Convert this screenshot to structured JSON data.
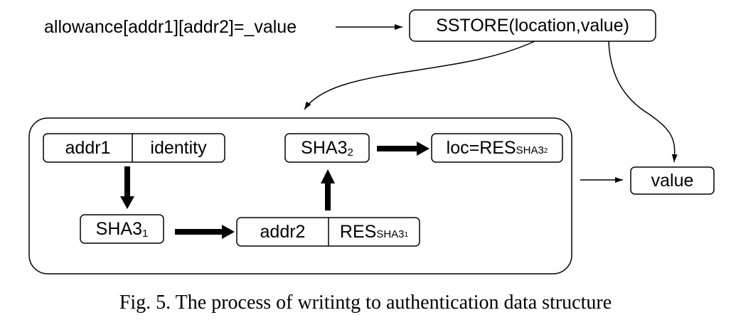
{
  "statement": "allowance[addr1][addr2]=_value",
  "sstore": "SSTORE(location,value)",
  "addr1": "addr1",
  "identity": "identity",
  "sha3_1": {
    "base": "SHA3",
    "sub": "1"
  },
  "addr2": "addr2",
  "res_sha3_1": {
    "base": "RES",
    "sub": "SHA3",
    "subsub": "1"
  },
  "sha3_2": {
    "base": "SHA3",
    "sub": "2"
  },
  "loc": {
    "base": "loc=RES",
    "sub": "SHA3",
    "subsub": "2"
  },
  "value": "value",
  "caption": "Fig. 5.  The process of writintg to authentication data structure"
}
